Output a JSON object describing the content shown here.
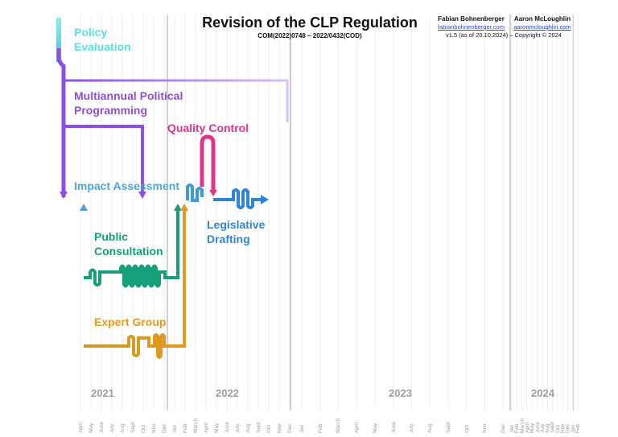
{
  "header": {
    "title": "Revision of the CLP Regulation",
    "subtitle": "COM(2022)0748 – 2022/0432(COD)"
  },
  "authors": [
    {
      "name": "Fabian Bohnenberger",
      "url_text": "fabianbohnenberger.com"
    },
    {
      "name": "Aaron McLoughlin",
      "url_text": "aaronmcloughlin.com"
    }
  ],
  "version_text": "v1.5 (as of 20.10.2024) – Copyright © 2024",
  "stages": {
    "policy_evaluation": {
      "line1": "Policy",
      "line2": "Evaluation",
      "color": "#5ee0dc"
    },
    "political_programming": {
      "line1": "Multiannual Political",
      "line2": "Programming",
      "color": "#8e4fe0"
    },
    "quality_control": {
      "line1": "Quality Control",
      "color": "#e0338a"
    },
    "impact_assessment": {
      "line1": "Impact Assessment",
      "color": "#4aa6dc"
    },
    "public_consultation": {
      "line1": "Public",
      "line2": "Consultation",
      "color": "#16a07a"
    },
    "legislative_drafting": {
      "line1": "Legislative",
      "line2": "Drafting",
      "color": "#2f86d8"
    },
    "expert_group": {
      "line1": "Expert Group",
      "color": "#e49a1c"
    }
  },
  "timeline": {
    "years": [
      "2021",
      "2022",
      "2023",
      "2024"
    ],
    "months": [
      "April",
      "May",
      "June",
      "July",
      "Aug",
      "Sept",
      "Oct",
      "Nov",
      "Dec",
      "Jan",
      "Feb",
      "March",
      "April",
      "May",
      "June",
      "July",
      "Aug",
      "Sept",
      "Oct",
      "Nov",
      "Dec",
      "Jan",
      "Feb",
      "March",
      "April",
      "May",
      "June",
      "July",
      "Aug",
      "Sept",
      "Oct",
      "Nov",
      "Dec",
      "Jan",
      "Feb",
      "March",
      "April",
      "May",
      "June",
      "July",
      "Aug",
      "Sept",
      "Oct",
      "Nov",
      "Dec",
      "Jan",
      "Feb"
    ]
  }
}
